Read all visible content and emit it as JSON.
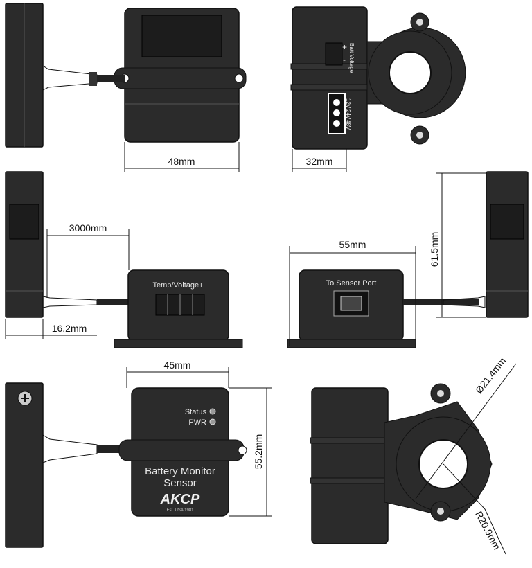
{
  "dimensions": {
    "top_width": "48mm",
    "side_depth": "32mm",
    "cable_length": "3000mm",
    "clamp_thickness": "16.2mm",
    "back_width": "55mm",
    "clamp_height": "61.5mm",
    "front_width": "45mm",
    "front_height": "55.2mm",
    "clamp_diameter": "Ø21.4mm",
    "clamp_radius": "R20.9mm"
  },
  "labels": {
    "batt_voltage": "Batt Voltage",
    "plus": "+",
    "minus": "-",
    "v12": "12V",
    "v24": "24V",
    "v48": "48V",
    "temp_voltage_port": "Temp/Voltage+",
    "sensor_port": "To Sensor Port",
    "status_led": "Status",
    "pwr_led": "PWR",
    "product_name_line1": "Battery Monitor",
    "product_name_line2": "Sensor",
    "brand_logo": "AKCP",
    "brand_tagline": "Est. USA 1981"
  },
  "colors": {
    "housing": "#2b2b2b",
    "outline": "#111111",
    "label_text": "#e8e8e8"
  }
}
